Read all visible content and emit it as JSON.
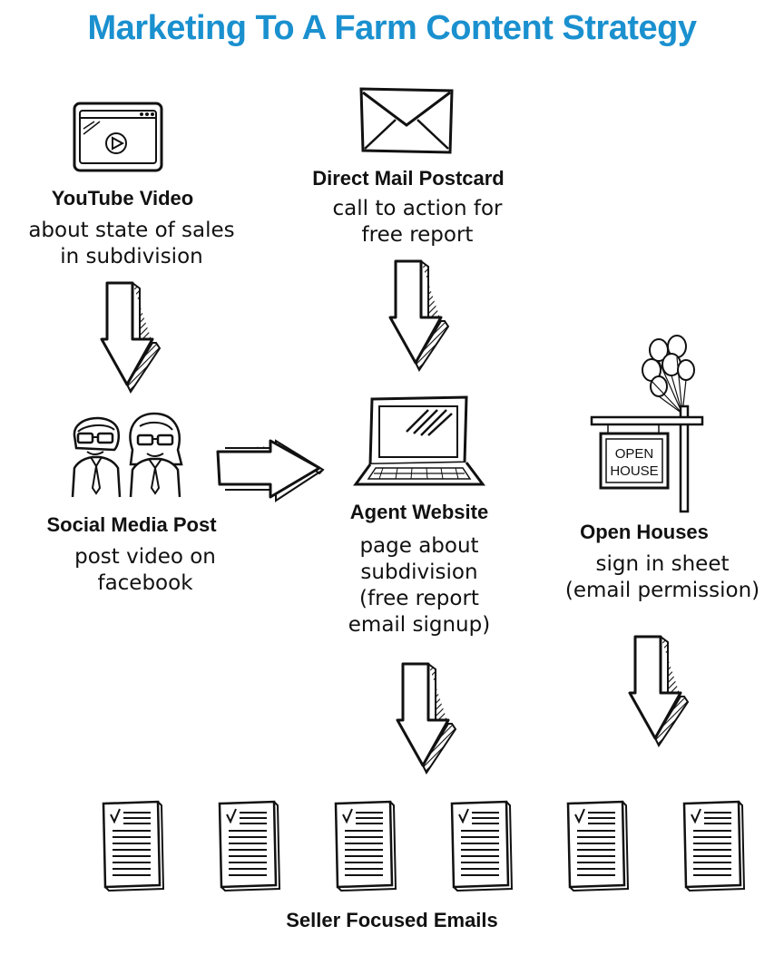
{
  "title": "Marketing To A Farm Content Strategy",
  "nodes": {
    "youtube": {
      "title": "YouTube Video",
      "description": "about state of sales\nin subdivision",
      "icon": "video-play-icon"
    },
    "direct_mail": {
      "title": "Direct Mail Postcard",
      "description": "call to action for\nfree report",
      "icon": "envelope-icon"
    },
    "social": {
      "title": "Social Media Post",
      "description": "post video on\nfacebook",
      "icon": "people-icon"
    },
    "website": {
      "title": "Agent Website",
      "description": "page about\nsubdivision\n(free report\nemail signup)",
      "icon": "laptop-icon"
    },
    "open_houses": {
      "title": "Open Houses",
      "description": "sign in sheet\n(email permission)",
      "icon": "open-house-sign-icon",
      "sign_text": [
        "OPEN",
        "HOUSE"
      ]
    }
  },
  "footer": {
    "label": "Seller Focused Emails",
    "document_count": 6,
    "icon": "document-checklist-icon"
  },
  "colors": {
    "title": "#1a90cf",
    "ink": "#111111"
  }
}
